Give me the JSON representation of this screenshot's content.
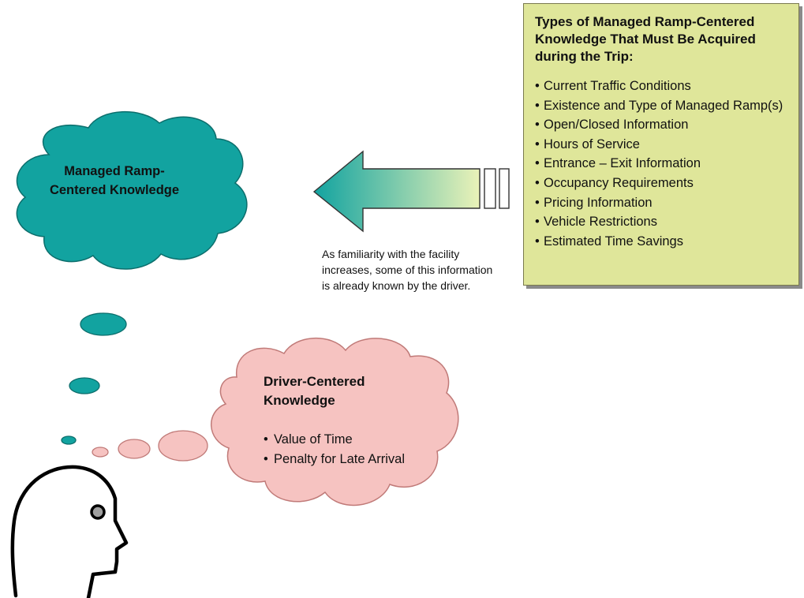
{
  "managed_knowledge": {
    "label": "Managed Ramp-\nCentered Knowledge"
  },
  "acquired_info": {
    "title": "Types of Managed Ramp-Centered Knowledge That Must Be Acquired during the Trip:",
    "items": [
      "Current Traffic Conditions",
      "Existence and Type of Managed Ramp(s)",
      "Open/Closed Information",
      "Hours of Service",
      "Entrance – Exit Information",
      "Occupancy Requirements",
      "Pricing Information",
      "Vehicle Restrictions",
      "Estimated Time Savings"
    ]
  },
  "familiarity_note": "As familiarity with the facility increases, some of this information is already known by the driver.",
  "driver_knowledge": {
    "title": "Driver-Centered Knowledge",
    "items": [
      "Value of Time",
      "Penalty for Late Arrival"
    ]
  },
  "colors": {
    "teal_cloud": "#12a3a0",
    "pink_cloud": "#f6c3c1",
    "info_box": "#dfe69a",
    "arrow_start": "#12a3a0",
    "arrow_end": "#e7f0b4"
  }
}
